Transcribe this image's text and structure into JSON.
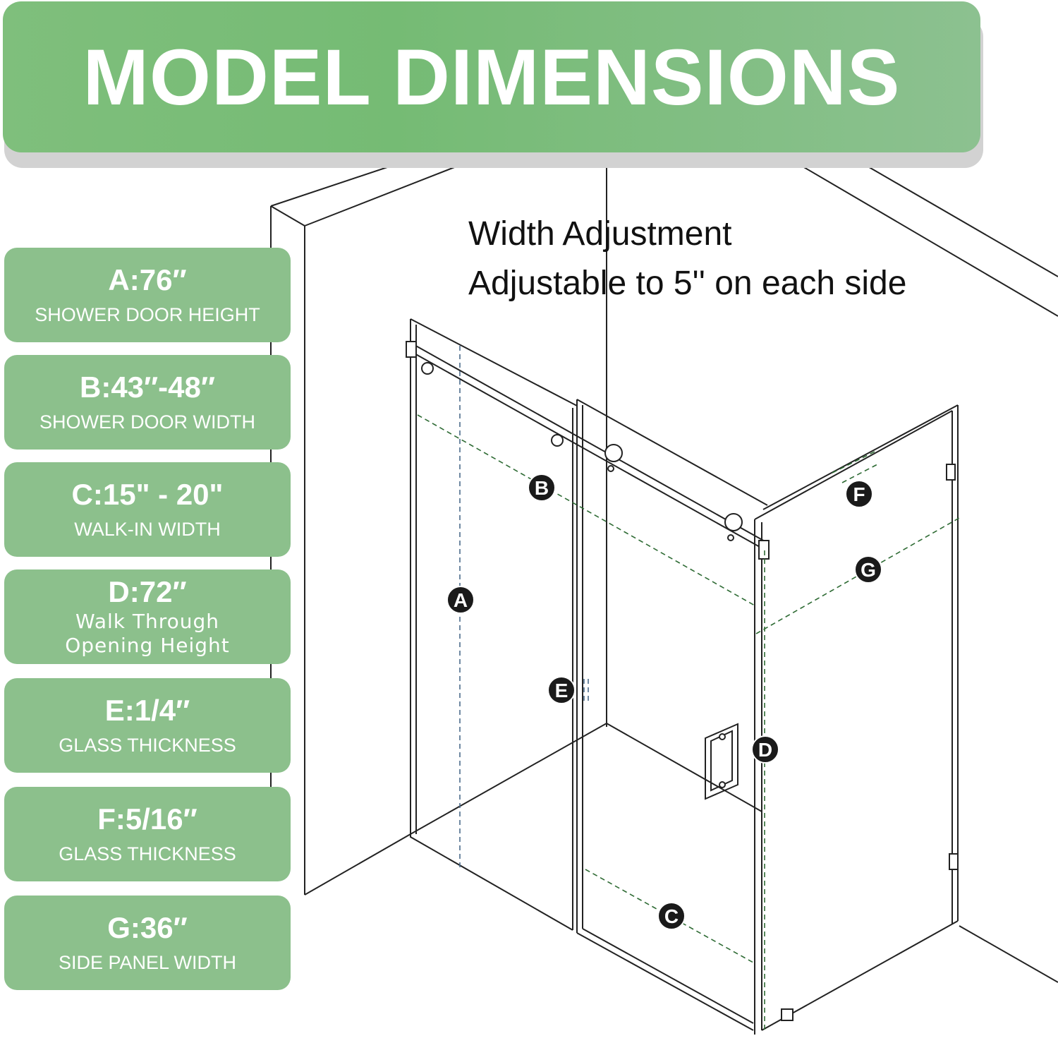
{
  "banner": {
    "title": "MODEL DIMENSIONS"
  },
  "note": {
    "line1": "Width Adjustment",
    "line2": "Adjustable to 5'' on each side"
  },
  "specs": [
    {
      "letter": "A",
      "code": "A:76″",
      "label": "SHOWER DOOR HEIGHT"
    },
    {
      "letter": "B",
      "code": "B:43″-48″",
      "label": "SHOWER DOOR WIDTH"
    },
    {
      "letter": "C",
      "code": "C:15\" - 20\"",
      "label": "WALK-IN WIDTH"
    },
    {
      "letter": "D",
      "code": "D:72″",
      "label": "Walk Through Opening Height"
    },
    {
      "letter": "E",
      "code": "E:1/4″",
      "label": "GLASS THICKNESS"
    },
    {
      "letter": "F",
      "code": "F:5/16″",
      "label": "GLASS THICKNESS"
    },
    {
      "letter": "G",
      "code": "G:36″",
      "label": "SIDE PANEL WIDTH"
    }
  ],
  "markers": {
    "a": "A",
    "b": "B",
    "c": "C",
    "d": "D",
    "e": "E",
    "f": "F",
    "g": "G"
  },
  "colors": {
    "banner_green": "#77bc76",
    "card_green": "#8cc08c",
    "dimension_line": "#2e6b34",
    "outline": "#1a1a1a"
  }
}
